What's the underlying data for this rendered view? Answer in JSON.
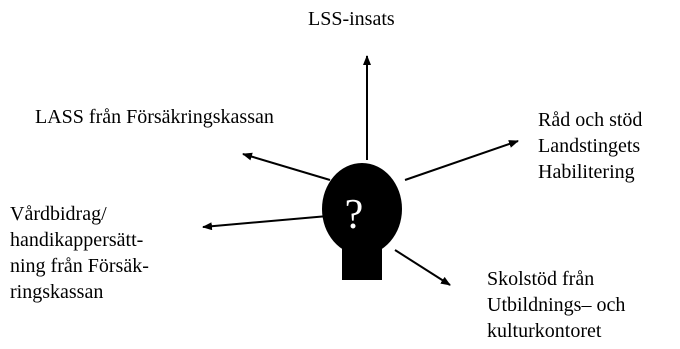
{
  "diagram": {
    "center_symbol": "?",
    "nodes": [
      {
        "id": "lss",
        "lines": [
          "LSS-insats"
        ]
      },
      {
        "id": "lass",
        "lines": [
          "LASS från Försäkringskassan"
        ]
      },
      {
        "id": "rad",
        "lines": [
          "Råd och stöd",
          "Landstingets",
          "Habilitering"
        ]
      },
      {
        "id": "vard",
        "lines": [
          "Vårdbidrag/",
          "handikappersätt-",
          "ning från Försäk-",
          "ringskassan"
        ]
      },
      {
        "id": "skol",
        "lines": [
          "Skolstöd från",
          "Utbildnings– och",
          "kulturkontoret"
        ]
      }
    ],
    "colors": {
      "ink": "#000000",
      "background": "#ffffff",
      "symbol_text": "#ffffff"
    }
  }
}
